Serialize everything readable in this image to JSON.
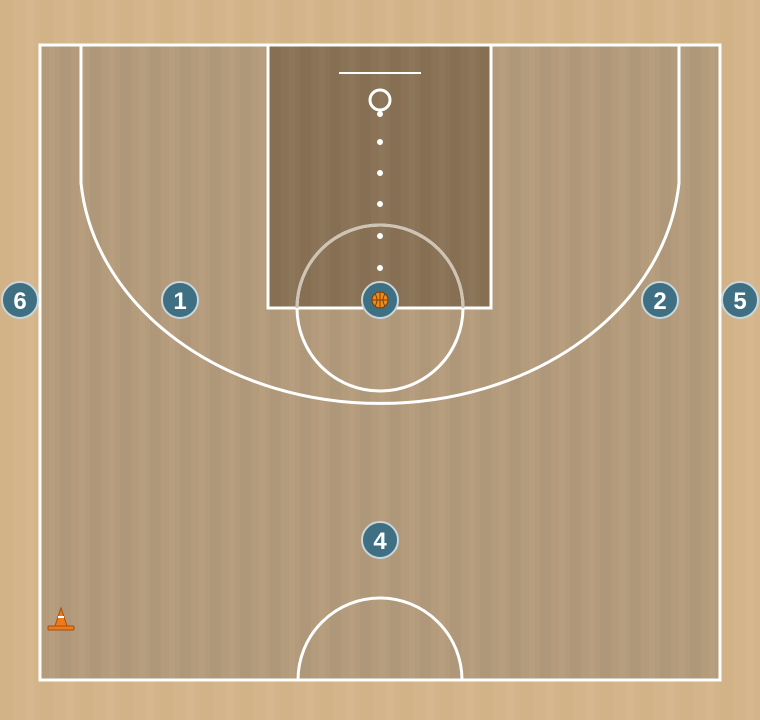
{
  "colors": {
    "wood_outer": "#d4b48a",
    "court_floor": "#b39b7c",
    "paint": "#8a7356",
    "lines": "#ffffff",
    "player_fill": "#3f6f82",
    "player_stroke": "#c9d6dc",
    "ball": "#f08a1c",
    "cone": "#f07a1a"
  },
  "players": [
    {
      "label": "6"
    },
    {
      "label": "1"
    },
    {
      "label": "2"
    },
    {
      "label": "5"
    },
    {
      "label": "4"
    }
  ],
  "objects": {
    "ball_icon": "basketball-icon",
    "cone_icon": "cone-icon"
  }
}
